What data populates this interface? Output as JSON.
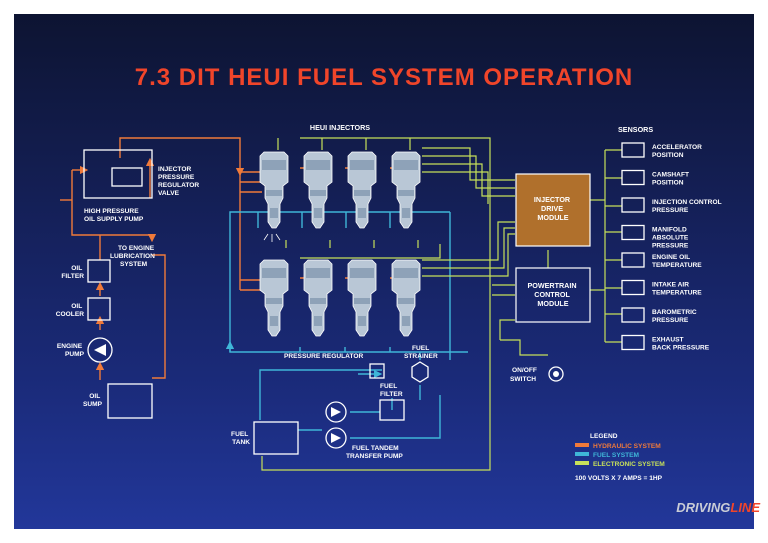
{
  "title": "7.3 DIT HEUI FUEL SYSTEM OPERATION",
  "labels": {
    "heui_injectors": "HEUI INJECTORS",
    "sensors": "SENSORS",
    "injector_pressure_regulator_valve": [
      "INJECTOR",
      "PRESSURE",
      "REGULATOR",
      "VALVE"
    ],
    "high_pressure_oil_supply_pump": [
      "HIGH PRESSURE",
      "OIL SUPPLY PUMP"
    ],
    "to_engine_lubrication_system": [
      "TO ENGINE",
      "LUBRICATION",
      "SYSTEM"
    ],
    "oil_filter": [
      "OIL",
      "FILTER"
    ],
    "oil_cooler": [
      "OIL",
      "COOLER"
    ],
    "engine_pump": [
      "ENGINE",
      "PUMP"
    ],
    "oil_sump": [
      "OIL",
      "SUMP"
    ],
    "injector_drive_module": [
      "INJECTOR",
      "DRIVE",
      "MODULE"
    ],
    "powertrain_control_module": [
      "POWERTRAIN",
      "CONTROL",
      "MODULE"
    ],
    "pressure_regulator": "PRESSURE REGULATOR",
    "fuel_strainer": [
      "FUEL",
      "STRAINER"
    ],
    "fuel_filter": [
      "FUEL",
      "FILTER"
    ],
    "fuel_tank": [
      "FUEL",
      "TANK"
    ],
    "fuel_tandem_transfer_pump": [
      "FUEL TANDEM",
      "TRANSFER PUMP"
    ],
    "on_off_switch": [
      "ON/OFF",
      "SWITCH"
    ]
  },
  "sensor_list": [
    [
      "ACCELERATOR",
      "POSITION"
    ],
    [
      "CAMSHAFT",
      "POSITION"
    ],
    [
      "INJECTION CONTROL",
      "PRESSURE"
    ],
    [
      "MANIFOLD",
      "ABSOLUTE",
      "PRESSURE"
    ],
    [
      "ENGINE OIL",
      "TEMPERATURE"
    ],
    [
      "INTAKE AIR",
      "TEMPERATURE"
    ],
    [
      "BAROMETRIC",
      "PRESSURE"
    ],
    [
      "EXHAUST",
      "BACK PRESSURE"
    ]
  ],
  "legend": {
    "title": "LEGEND",
    "items": [
      {
        "label": "HYDRAULIC SYSTEM",
        "color": "#f07a3a"
      },
      {
        "label": "FUEL SYSTEM",
        "color": "#3fb6d8"
      },
      {
        "label": "ELECTRONIC SYSTEM",
        "color": "#c6e05a"
      }
    ],
    "note": "100 VOLTS X 7 AMPS = 1HP"
  },
  "watermark": {
    "part1": "DRIVING",
    "part2": "LINE"
  },
  "colors": {
    "title": "#f0452a",
    "hydraulic": "#f07a3a",
    "fuel": "#3fb6d8",
    "electronic": "#c6e05a",
    "module_fill": "#b0702c"
  }
}
